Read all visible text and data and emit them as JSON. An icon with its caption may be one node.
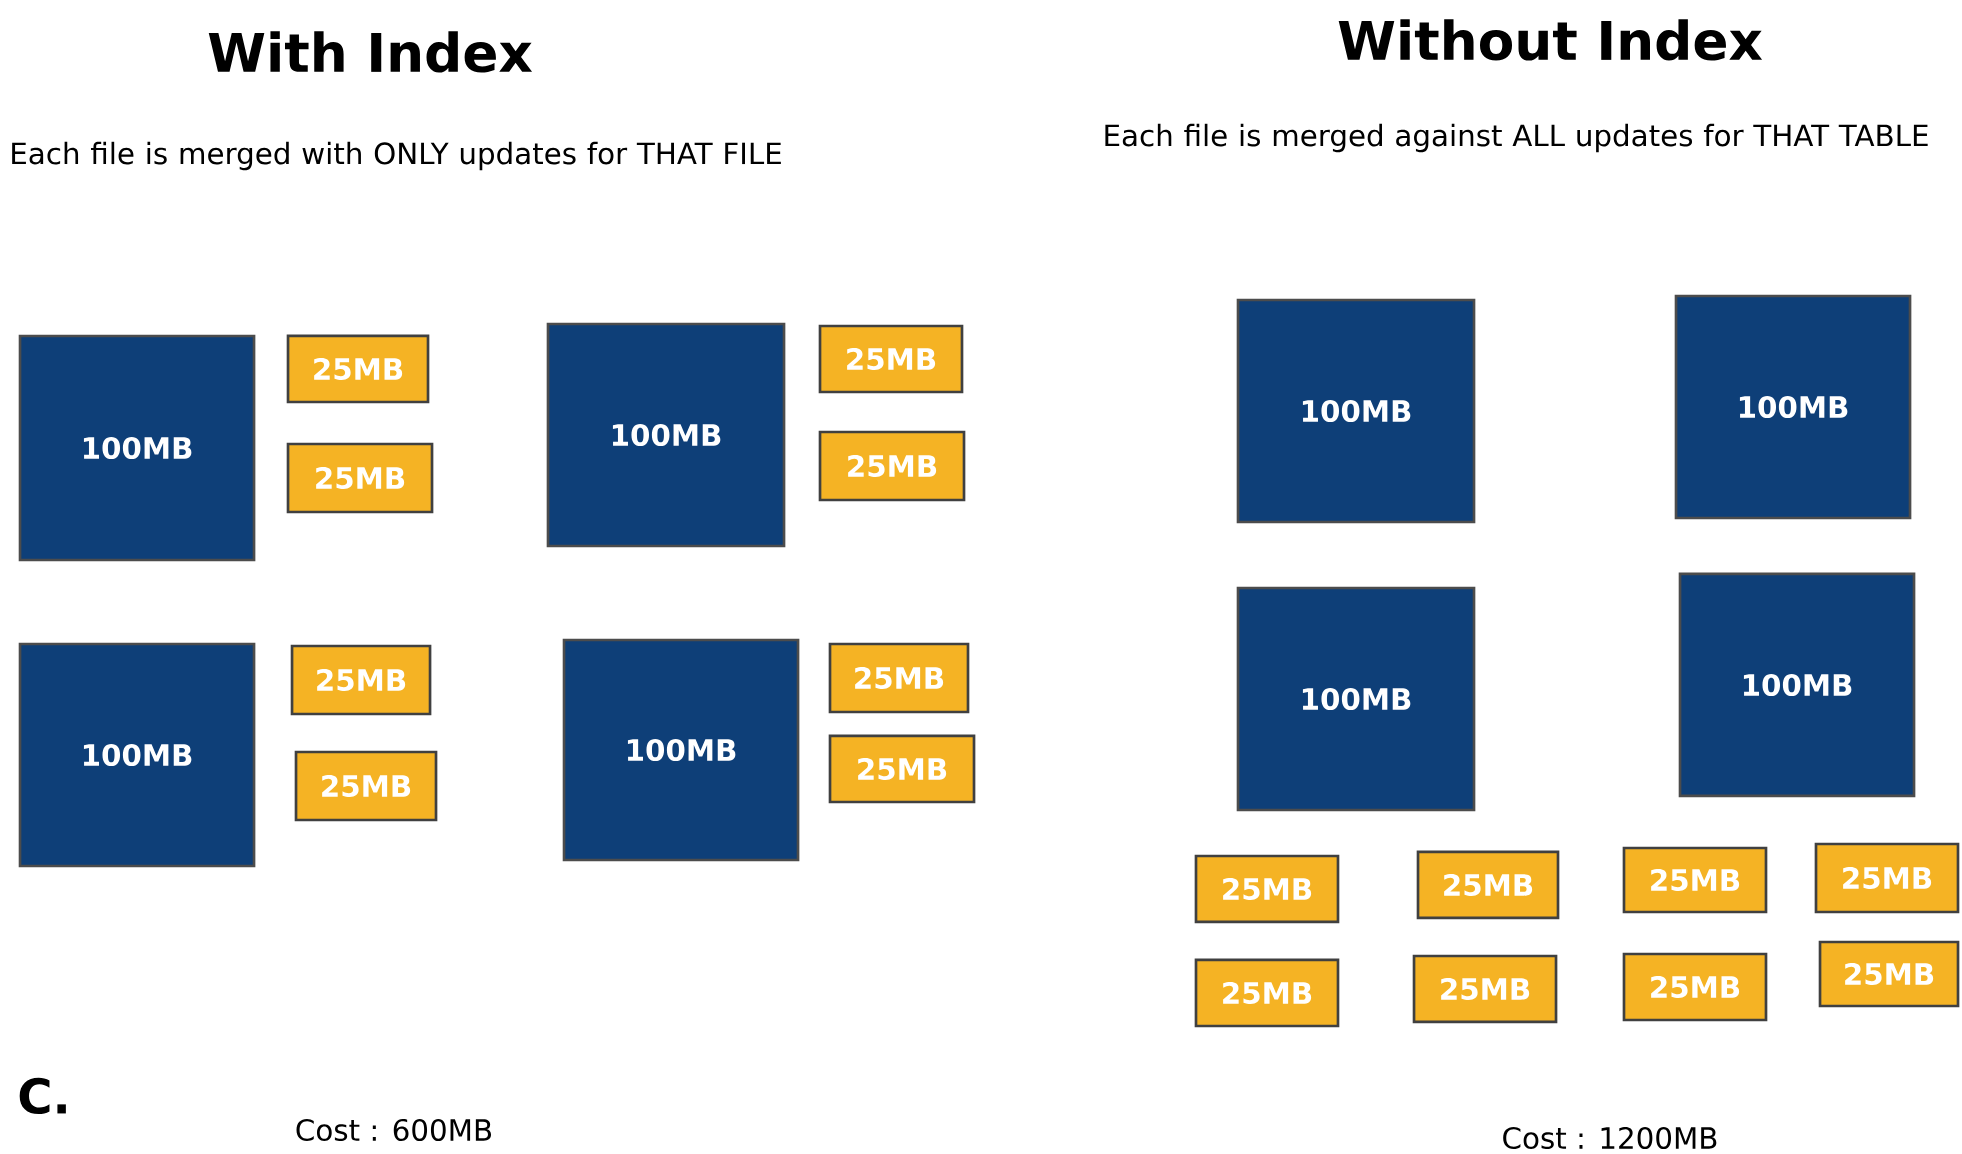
{
  "diagram": {
    "nodes": [
      {
        "text": [
          "100MB"
        ]
      },
      {
        "text": [
          "25MB"
        ]
      },
      {
        "text": [
          "25MB"
        ]
      },
      {
        "text": [
          "100MB"
        ]
      },
      {
        "text": [
          "25MB"
        ]
      },
      {
        "text": [
          "25MB"
        ]
      },
      {
        "text": [
          "100MB"
        ]
      },
      {
        "text": [
          "25MB"
        ]
      },
      {
        "text": [
          "25MB"
        ]
      },
      {
        "text": [
          "100MB"
        ]
      },
      {
        "text": [
          "25MB"
        ]
      },
      {
        "text": [
          "25MB"
        ]
      },
      {
        "text": [
          "100MB"
        ]
      },
      {
        "text": [
          "100MB"
        ]
      },
      {
        "text": [
          "100MB"
        ]
      },
      {
        "text": [
          "100MB"
        ]
      },
      {
        "text": [
          "25MB"
        ]
      },
      {
        "text": [
          "25MB"
        ]
      },
      {
        "text": [
          "25MB"
        ]
      },
      {
        "text": [
          "25MB"
        ]
      },
      {
        "text": [
          "25MB"
        ]
      },
      {
        "text": [
          "25MB"
        ]
      },
      {
        "text": [
          "25MB"
        ]
      },
      {
        "text": [
          "25MB"
        ]
      }
    ],
    "labels": [
      "With Index",
      "Each file is merged with ONLY updates for THAT FILE",
      "Without Index",
      "Each file is merged against ALL updates for THAT TABLE",
      "C.",
      "Cost : 600MB",
      "Cost : 1200MB"
    ]
  }
}
